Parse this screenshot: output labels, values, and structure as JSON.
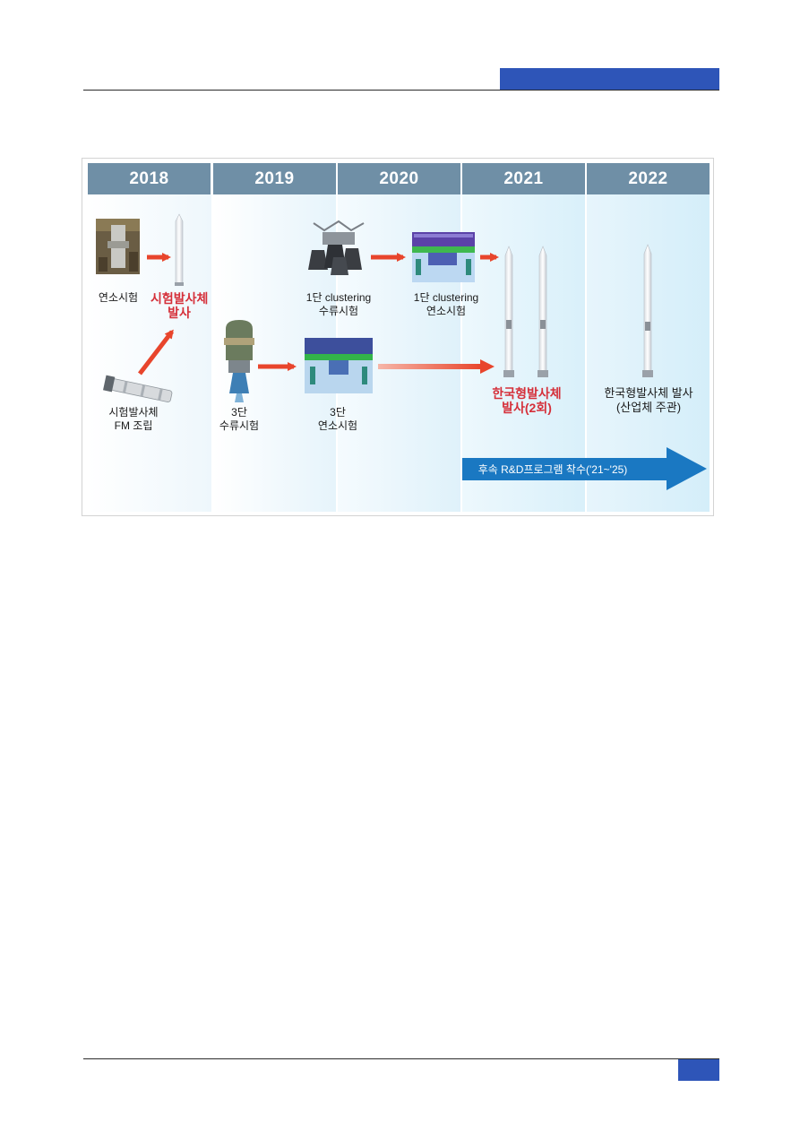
{
  "timeline": {
    "years": [
      "2018",
      "2019",
      "2020",
      "2021",
      "2022"
    ],
    "labels": {
      "combustion_test_2018": "연소시험",
      "test_launch": [
        "시험발사체",
        "발사"
      ],
      "fm_assembly": [
        "시험발사체",
        "FM 조립"
      ],
      "stage3_water": [
        "3단",
        "수류시험"
      ],
      "stage3_combustion": [
        "3단",
        "연소시험"
      ],
      "cluster_water": [
        "1단 clustering",
        "수류시험"
      ],
      "cluster_combustion": [
        "1단 clustering",
        "연소시험"
      ],
      "korean_launch": [
        "한국형발사체",
        "발사(2회)"
      ],
      "industry_launch": [
        "한국형발사체 발사",
        "(산업체 주관)"
      ]
    },
    "followup_program": "후속 R&D프로그램 착수('21~'25)",
    "colors": {
      "year_header": "#6f8fa6",
      "highlight_text": "#d5303a",
      "red_arrow": "#e8452c",
      "blue_arrow": "#1a78c2",
      "page_accent": "#2e55b8"
    }
  }
}
